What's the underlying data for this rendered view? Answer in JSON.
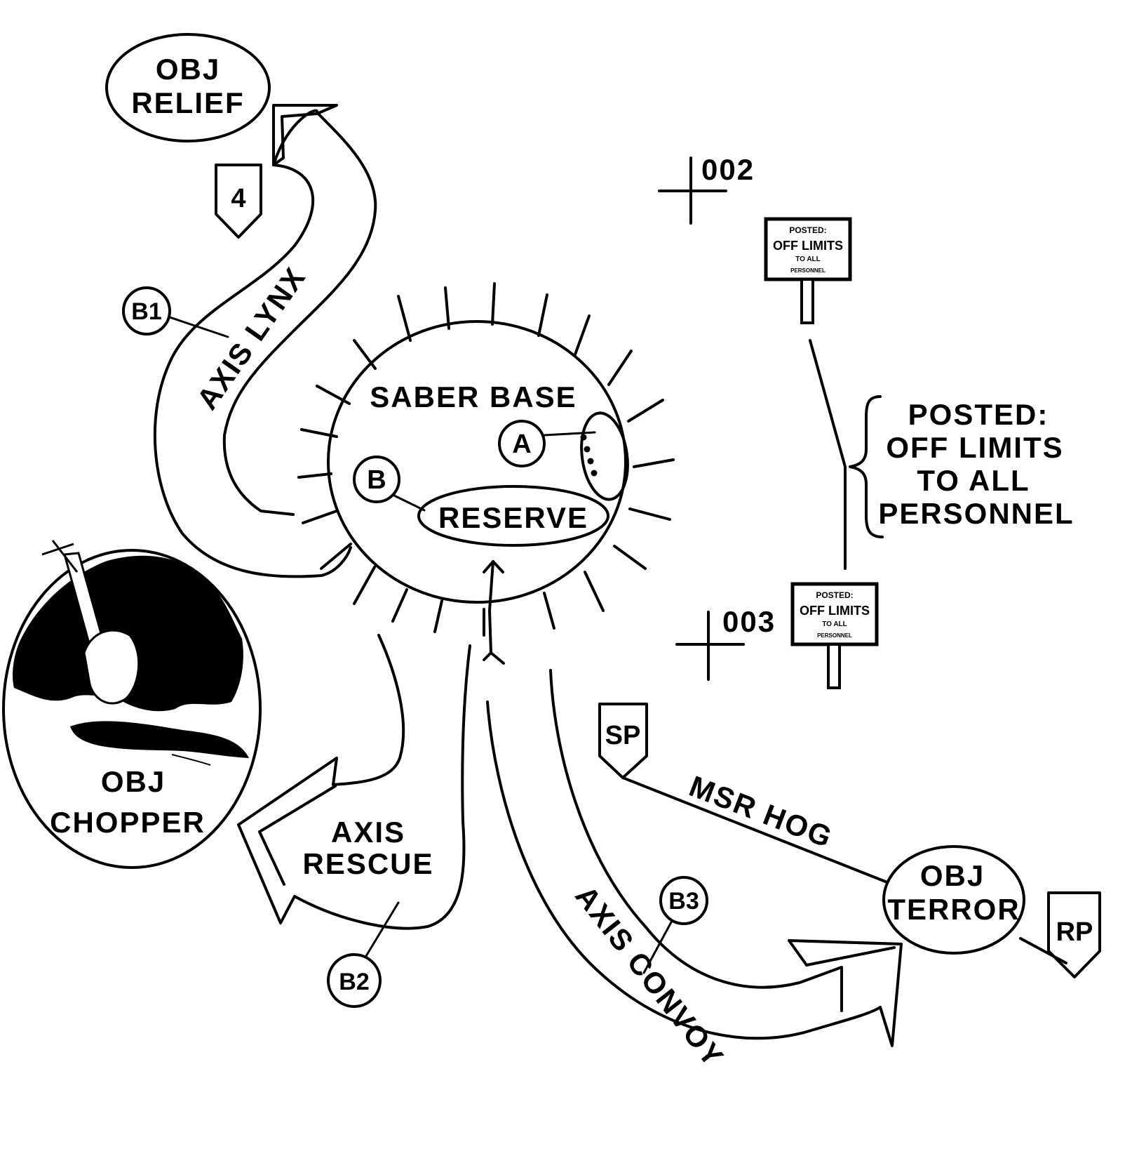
{
  "objectives": {
    "relief": [
      "OBJ",
      "RELIEF"
    ],
    "chopper": [
      "OBJ",
      "CHOPPER"
    ],
    "terror": [
      "OBJ",
      "TERROR"
    ]
  },
  "base": {
    "name": "SABER BASE",
    "reserve": "RESERVE",
    "circle_a": "A",
    "circle_b": "B"
  },
  "axes": {
    "lynx": "AXIS LYNX",
    "rescue": [
      "AXIS",
      "RESCUE"
    ],
    "convoy": "AXIS CONVOY"
  },
  "route": {
    "msr": "MSR HOG"
  },
  "points": {
    "sp": "SP",
    "rp": "RP",
    "checkpoint": "4"
  },
  "boundaries": {
    "b1": "B1",
    "b2": "B2",
    "b3": "B3"
  },
  "grid_refs": {
    "upper": "002",
    "lower": "003"
  },
  "sign": {
    "line1": "POSTED:",
    "line2": "OFF LIMITS",
    "line3": "TO ALL",
    "line4": "PERSONNEL"
  },
  "sign_callout": [
    "POSTED:",
    "OFF LIMITS",
    "TO ALL",
    "PERSONNEL"
  ]
}
